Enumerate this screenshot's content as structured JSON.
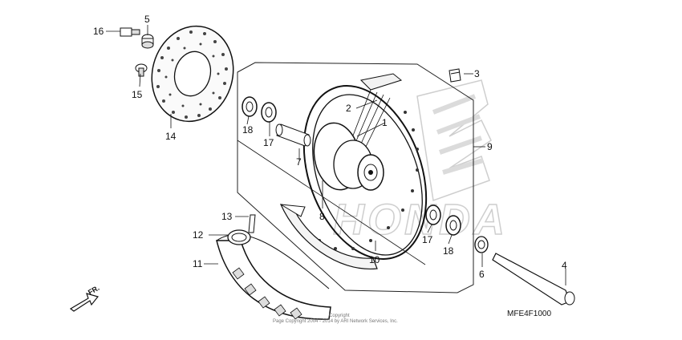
{
  "callouts": {
    "c1": "1",
    "c2": "2",
    "c3": "3",
    "c4": "4",
    "c5": "5",
    "c6": "6",
    "c7": "7",
    "c8": "8",
    "c9": "9",
    "c10": "10",
    "c11": "11",
    "c12": "12",
    "c13": "13",
    "c14": "14",
    "c15": "15",
    "c16": "16",
    "c17a": "17",
    "c17b": "17",
    "c18a": "18",
    "c18b": "18"
  },
  "direction": "FR.",
  "diagram_code": "MFE4F1000",
  "copyright_line1": "Copyright",
  "copyright_line2": "Page Copyright 2004 - 2014 by ARI Network Services, Inc.",
  "watermark": "HONDA"
}
